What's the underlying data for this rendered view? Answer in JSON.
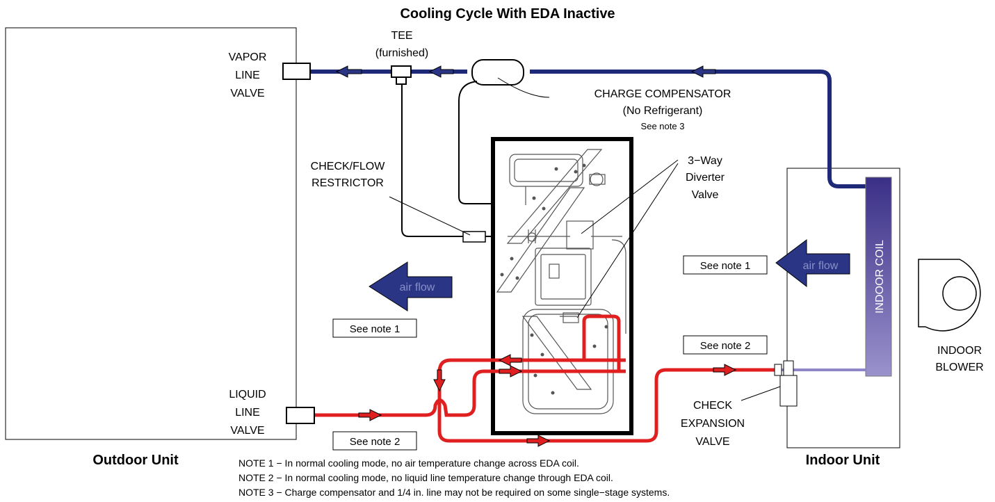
{
  "title": "Cooling Cycle With EDA Inactive",
  "outdoor_unit_label": "Outdoor Unit",
  "indoor_unit_label": "Indoor Unit",
  "vapor_line_valve": [
    "VAPOR",
    "LINE",
    "VALVE"
  ],
  "liquid_line_valve": [
    "LIQUID",
    "LINE",
    "VALVE"
  ],
  "tee": [
    "TEE",
    "(furnished)"
  ],
  "charge_compensator": [
    "CHARGE COMPENSATOR",
    "(No Refrigerant)",
    "See note 3"
  ],
  "check_flow_restrictor": [
    "CHECK/FLOW",
    "RESTRICTOR"
  ],
  "diverter_valve": [
    "3−Way",
    "Diverter",
    "Valve"
  ],
  "air_flow_label": "air flow",
  "indoor_coil_label": "INDOOR COIL",
  "indoor_blower": [
    "INDOOR",
    "BLOWER"
  ],
  "check_expansion_valve": [
    "CHECK",
    "EXPANSION",
    "VALVE"
  ],
  "note_boxes": {
    "see_note_1": "See note 1",
    "see_note_2": "See note 2"
  },
  "notes": [
    "NOTE 1 − In normal cooling mode, no air temperature change across EDA coil.",
    "NOTE 2 − In normal cooling mode, no liquid line temperature change through EDA coil.",
    "NOTE 3 − Charge compensator and 1/4 in. line may not be required on some single−stage systems."
  ],
  "colors": {
    "vapor_line": "#1e2a78",
    "liquid_line": "#e02020",
    "arrow_fill": "#2a3585",
    "coil_light": "#8e86c6",
    "coil_dark": "#3a2f86"
  }
}
